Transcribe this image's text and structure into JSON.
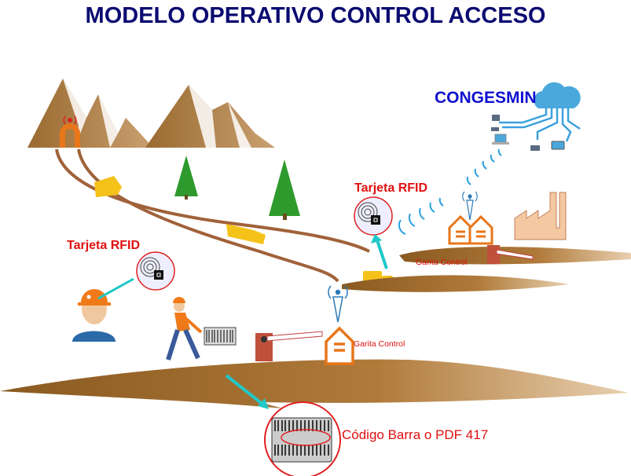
{
  "title": "MODELO OPERATIVO CONTROL ACCESO",
  "labels": {
    "congesmin": "CONGESMIN",
    "rfid_worker": "Tarjeta RFID",
    "rfid_vehicle": "Tarjeta RFID",
    "garita_lower": "Garita Control",
    "garita_upper": "Garita Control",
    "barcode": "Código Barra o PDF 417"
  },
  "colors": {
    "title": "#0b0b72",
    "congesmin": "#1010d0",
    "label_red": "#e01010",
    "ground": "#a0692a",
    "house": "#e8761a",
    "truck": "#f5c21a",
    "arrow": "#20c8c8",
    "network": "#3aa0dc"
  }
}
